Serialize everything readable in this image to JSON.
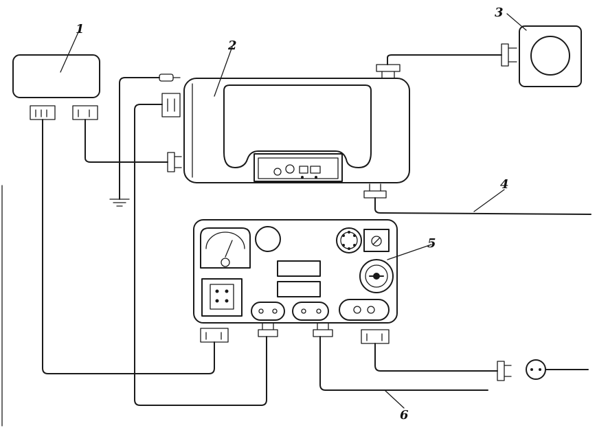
{
  "callouts": {
    "n1": "1",
    "n2": "2",
    "n3": "3",
    "n4": "4",
    "n5": "5",
    "n6": "6"
  }
}
